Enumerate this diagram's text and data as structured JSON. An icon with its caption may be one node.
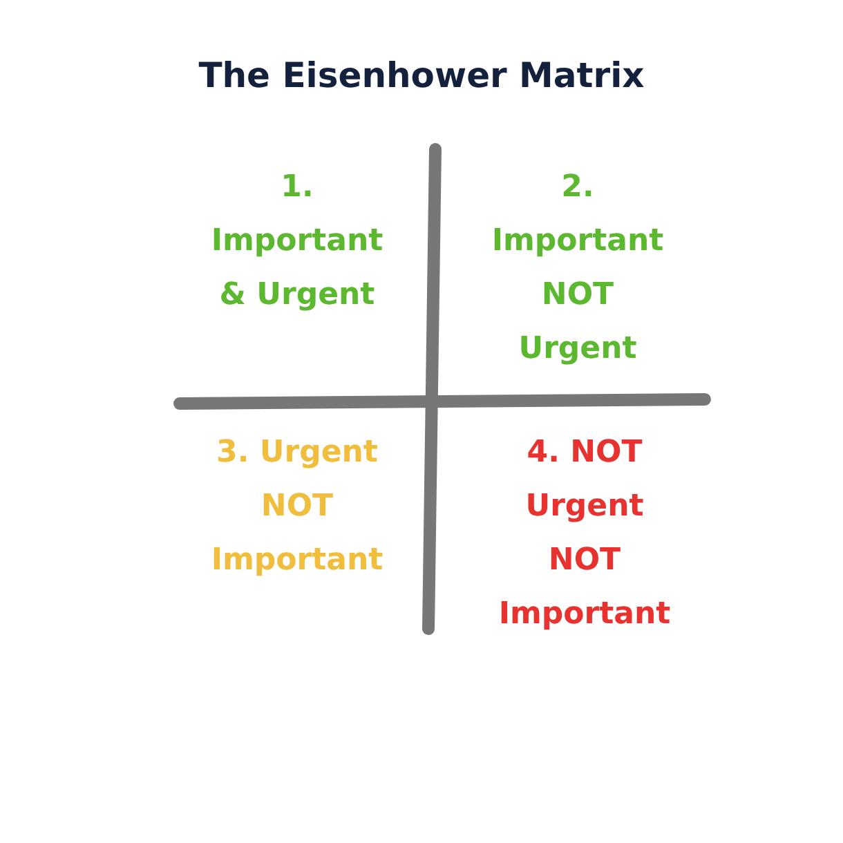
{
  "diagram": {
    "title": "The Eisenhower Matrix",
    "labels": [
      "1. Important & Urgent",
      "2. Important NOT Urgent",
      "3. Urgent NOT Important",
      "4. NOT Urgent NOT Important"
    ]
  }
}
